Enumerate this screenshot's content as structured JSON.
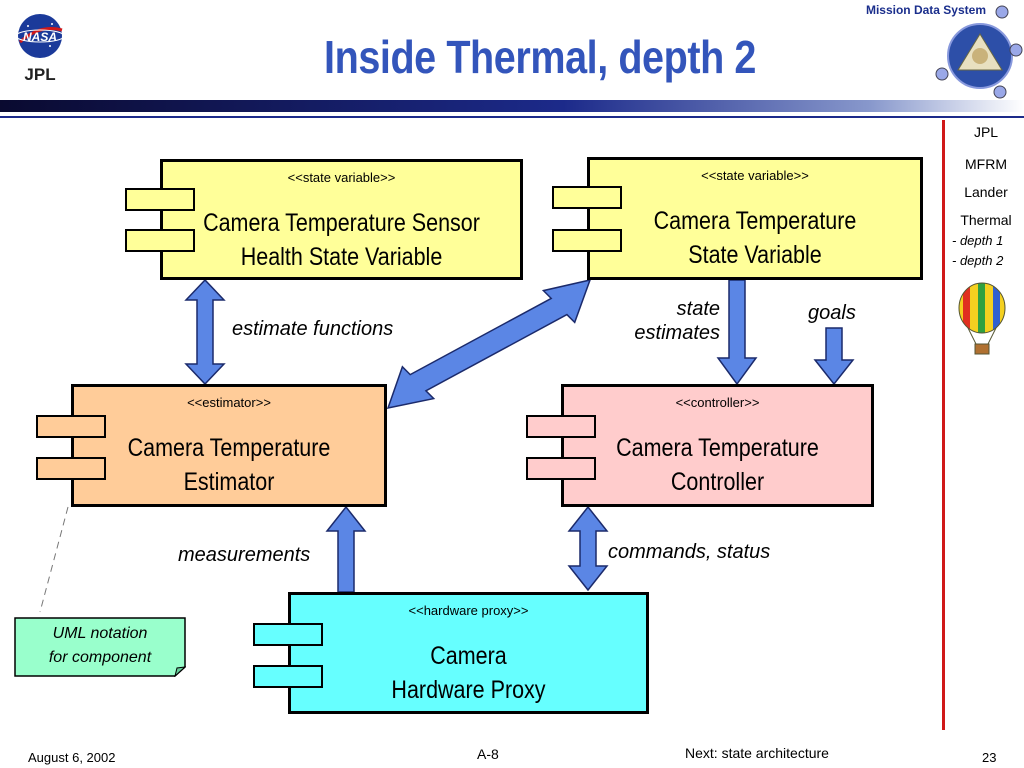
{
  "header": {
    "title": "Inside Thermal, depth 2",
    "corner_label": "Mission Data System"
  },
  "nav": {
    "items": [
      "JPL",
      "MFRM",
      "Lander",
      "Thermal"
    ],
    "sub_items": [
      "- depth 1",
      "- depth 2"
    ]
  },
  "components": {
    "sensor_health": {
      "stereotype": "<<state variable>>",
      "line1": "Camera Temperature Sensor",
      "line2": "Health State Variable"
    },
    "temp_state": {
      "stereotype": "<<state variable>>",
      "line1": "Camera Temperature",
      "line2": "State Variable"
    },
    "estimator": {
      "stereotype": "<<estimator>>",
      "line1": "Camera Temperature",
      "line2": "Estimator"
    },
    "controller": {
      "stereotype": "<<controller>>",
      "line1": "Camera Temperature",
      "line2": "Controller"
    },
    "hw_proxy": {
      "stereotype": "<<hardware proxy>>",
      "line1": "Camera",
      "line2": "Hardware Proxy"
    }
  },
  "labels": {
    "estimate_functions": "estimate functions",
    "state_estimates_1": "state",
    "state_estimates_2": "estimates",
    "goals": "goals",
    "measurements": "measurements",
    "commands_status": "commands, status"
  },
  "note": {
    "line1": "UML notation",
    "line2": "for component"
  },
  "footer": {
    "date": "August 6, 2002",
    "code": "A-8",
    "next": "Next: state architecture",
    "page": "23"
  },
  "colors": {
    "title": "#3355bb",
    "state_variable_fill": "#ffff99",
    "estimator_fill": "#ffcc99",
    "controller_fill": "#ffcccc",
    "proxy_fill": "#66ffff",
    "note_fill": "#99ffcc",
    "arrow_fill": "#5b86e5",
    "divider": "#d01818"
  },
  "icons": [
    "nasa-jpl-logo-icon",
    "mission-data-system-diagram-icon",
    "hot-air-balloon-icon"
  ]
}
